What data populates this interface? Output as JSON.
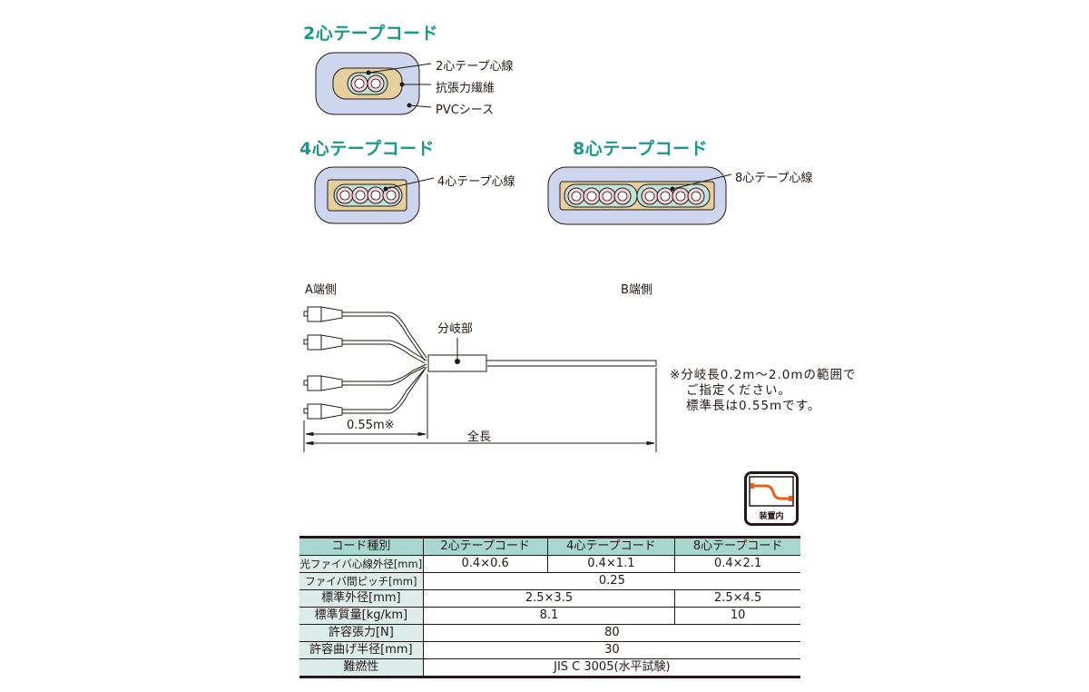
{
  "cross_sections": {
    "two_core": {
      "title": "2心テープコード",
      "labels": [
        "2心テープ心線",
        "抗張力繊維",
        "PVCシース"
      ]
    },
    "four_core": {
      "title": "4心テープコード",
      "labels": [
        "4心テープ心線"
      ]
    },
    "eight_core": {
      "title": "8心テープコード",
      "labels": [
        "8心テープ心線"
      ]
    }
  },
  "diagram": {
    "a_end": "A端側",
    "b_end": "B端側",
    "branch": "分岐部",
    "branch_length": "0.55m※",
    "total_length": "全長",
    "note": [
      "※分岐長0.2m～2.0mの範囲で",
      "ご指定ください。",
      "標準長は0.55mです。"
    ]
  },
  "usage_icon": {
    "label": "装置内",
    "accent": "#e8601c"
  },
  "colors": {
    "title": "#17998a",
    "sheath": "#cdd6ee",
    "fiber": "#e6cf9c",
    "tape": "#bfe3d6",
    "table_header": "#a7d7cf"
  },
  "table": {
    "headers": [
      "コード種別",
      "2心テープコード",
      "4心テープコード",
      "8心テープコード"
    ],
    "rows": [
      {
        "label": "光ファイバ心線外径[mm]",
        "cells": [
          "0.4×0.6",
          "0.4×1.1",
          "0.4×2.1"
        ]
      },
      {
        "label": "ファイバ間ピッチ[mm]",
        "cells": [
          "0.25"
        ]
      },
      {
        "label": "標準外径[mm]",
        "cells": [
          "2.5×3.5",
          "2.5×4.5"
        ]
      },
      {
        "label": "標準質量[kg/km]",
        "cells": [
          "8.1",
          "10"
        ]
      },
      {
        "label": "許容張力[N]",
        "cells": [
          "80"
        ]
      },
      {
        "label": "許容曲げ半径[mm]",
        "cells": [
          "30"
        ]
      },
      {
        "label": "難燃性",
        "cells": [
          "JIS C 3005(水平試験)"
        ]
      }
    ]
  }
}
